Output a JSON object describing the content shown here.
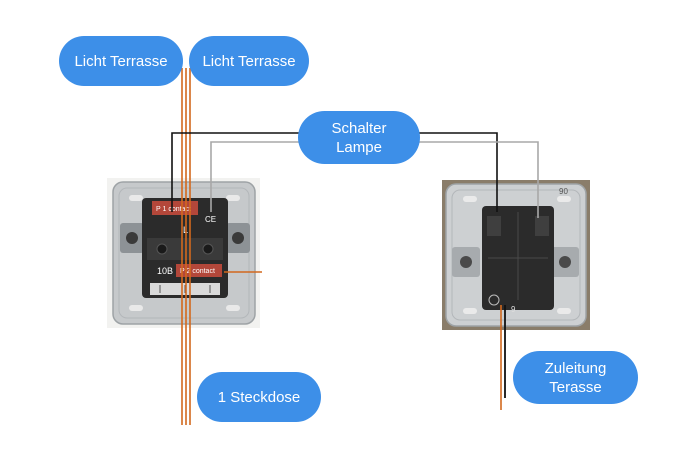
{
  "labels": {
    "light_left": "Licht Terrasse",
    "light_right": "Licht Terrasse",
    "switch_lamp": "Schalter\nLampe",
    "socket": "1 Steckdose",
    "supply": "Zuleitung\nTerasse"
  },
  "switch_left": {
    "contact_1": "P 1 contact",
    "contact_2": "P 2 contact",
    "code": "10B",
    "symbol": "L",
    "ce_mark": "CE"
  },
  "switch_right": {
    "corner_code": "90",
    "terminal_number": "9"
  },
  "colors": {
    "bubble": "#3d8fe8",
    "wire_orange": "#d2691e",
    "wire_black": "#111111",
    "wire_gray": "#a8a8a8",
    "plate_metal": "#c9ccce",
    "mechanism": "#2b2b2b",
    "contact_label": "#b3473a"
  }
}
